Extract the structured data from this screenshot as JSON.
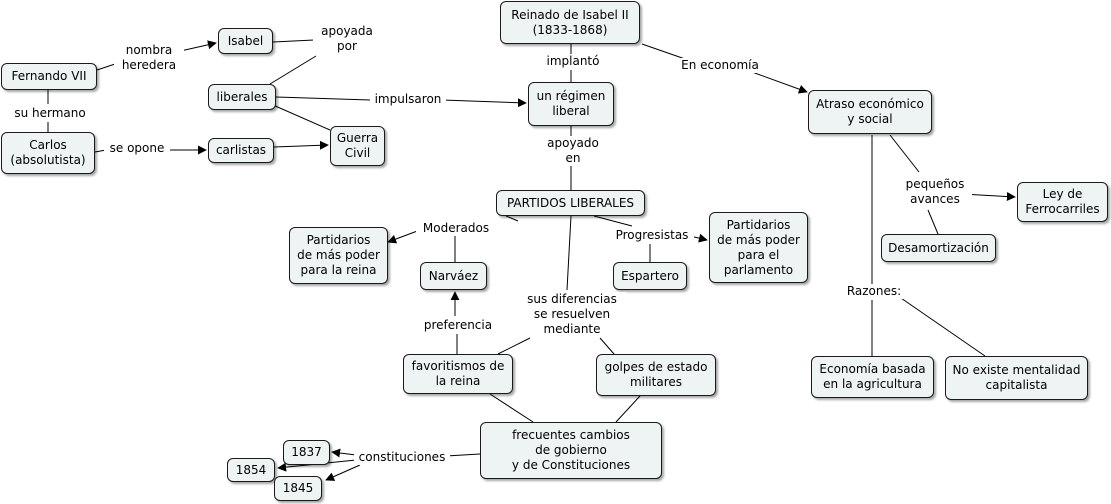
{
  "nodes": {
    "reinado": "Reinado de Isabel II\n(1833-1868)",
    "fernando": "Fernando VII",
    "isabel": "Isabel",
    "liberales": "liberales",
    "carlos": "Carlos\n(absolutista)",
    "carlistas": "carlistas",
    "guerra_civil": "Guerra\nCivil",
    "regimen_liberal": "un régimen\nliberal",
    "atraso": "Atraso económico\ny social",
    "ferrocarriles": "Ley de\nFerrocarriles",
    "desamortizacion": "Desamortización",
    "partidos": "PARTIDOS LIBERALES",
    "partidarios_reina": "Partidarios\nde más poder\npara la reina",
    "narvaez": "Narváez",
    "espartero": "Espartero",
    "partidarios_parlamento": "Partidarios\nde más poder\npara el\nparlamento",
    "favoritismos": "favoritismos de\nla reina",
    "golpes": "golpes de estado\nmilitares",
    "frecuentes": "frecuentes cambios\nde gobierno\ny de Constituciones",
    "economia_agricultura": "Economía basada\nen la agricultura",
    "mentalidad": "No existe mentalidad\ncapitalista",
    "y1837": "1837",
    "y1854": "1854",
    "y1845": "1845"
  },
  "labels": {
    "nombra_heredera": "nombra\nheredera",
    "apoyada_por": "apoyada\npor",
    "su_hermano": "su hermano",
    "impulsaron": "impulsaron",
    "se_opone": "se opone",
    "implanto": "implantó",
    "en_economia": "En economía",
    "apoyado_en": "apoyado\nen",
    "pequenos_avances": "pequeños\navances",
    "moderados": "Moderados",
    "progresistas": "Progresistas",
    "razones": "Razones:",
    "sus_diferencias": "sus diferencias\nse resuelven\nmediante",
    "preferencia": "preferencia",
    "constituciones": "constituciones"
  }
}
